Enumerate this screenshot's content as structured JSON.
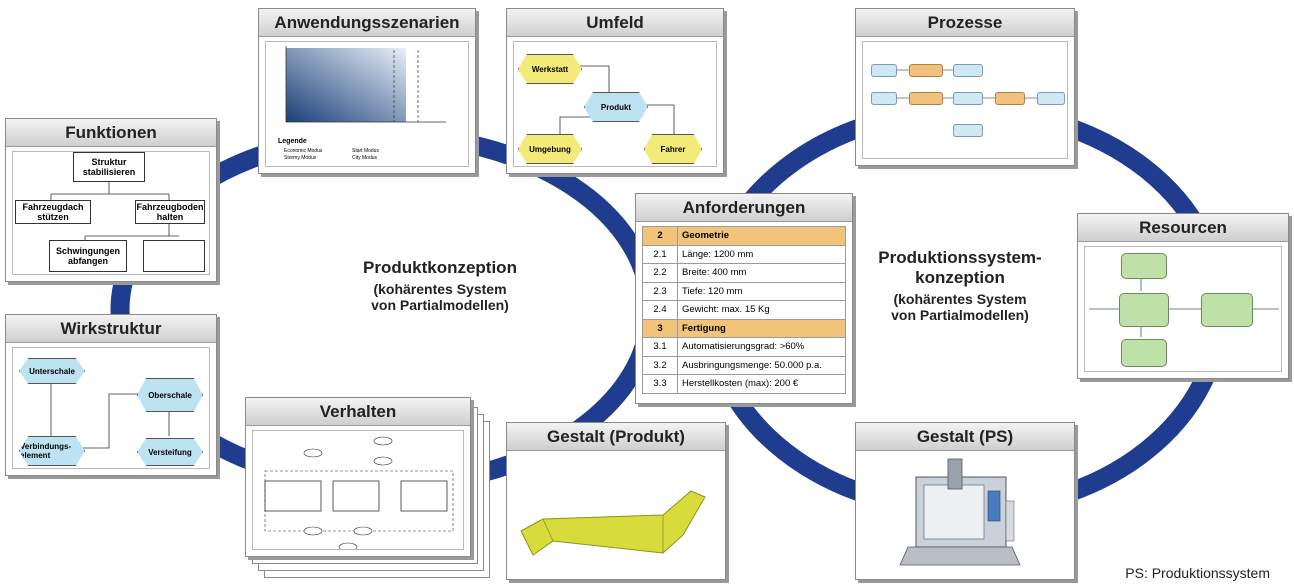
{
  "center_left": {
    "title": "Produktkonzeption",
    "line2": "(kohärentes System",
    "line3": "von Partialmodellen)"
  },
  "center_right": {
    "title1": "Produktionssystem-",
    "title2": "konzeption",
    "line2": "(kohärentes System",
    "line3": "von Partialmodellen)"
  },
  "footnote": "PS: Produktionssystem",
  "colors": {
    "ring": "#1f3c8f",
    "req_header": "#f2c47a",
    "hex_yellow": "#f3ea7a",
    "hex_blue": "#bde3f3"
  },
  "panels": {
    "anwendung": {
      "title": "Anwendungsszenarien",
      "legend_title": "Legende",
      "legend": [
        "Economic Modus",
        "Start Modus",
        "Stormy Modus",
        "City Modus"
      ]
    },
    "umfeld": {
      "title": "Umfeld",
      "nodes": {
        "werkstatt": "Werkstatt",
        "produkt": "Produkt",
        "umgebung": "Umgebung",
        "fahrer": "Fahrer"
      }
    },
    "prozesse": {
      "title": "Prozesse"
    },
    "funktionen": {
      "title": "Funktionen",
      "root": "Struktur stabilisieren",
      "child1": "Fahrzeugdach stützen",
      "child2": "Fahrzeugboden halten",
      "child3": "Schwingungen abfangen"
    },
    "anforderungen": {
      "title": "Anforderungen",
      "rows": [
        {
          "num": "2",
          "text": "Geometrie",
          "head": true
        },
        {
          "num": "2.1",
          "text": "Länge: 1200 mm"
        },
        {
          "num": "2.2",
          "text": "Breite: 400 mm"
        },
        {
          "num": "2.3",
          "text": "Tiefe: 120 mm"
        },
        {
          "num": "2.4",
          "text": "Gewicht: max. 15 Kg"
        },
        {
          "num": "3",
          "text": "Fertigung",
          "head": true
        },
        {
          "num": "3.1",
          "text": "Automatisierungsgrad: >60%"
        },
        {
          "num": "3.2",
          "text": "Ausbringungsmenge: 50.000 p.a."
        },
        {
          "num": "3.3",
          "text": "Herstellkosten (max): 200 €"
        }
      ]
    },
    "resourcen": {
      "title": "Resourcen"
    },
    "wirkstruktur": {
      "title": "Wirkstruktur",
      "nodes": {
        "unterschale": "Unterschale",
        "oberschale": "Oberschale",
        "verbindung": "Verbindungs-element",
        "versteifung": "Versteifung"
      }
    },
    "verhalten": {
      "title": "Verhalten"
    },
    "gestalt_produkt": {
      "title": "Gestalt (Produkt)"
    },
    "gestalt_ps": {
      "title": "Gestalt (PS)"
    }
  }
}
